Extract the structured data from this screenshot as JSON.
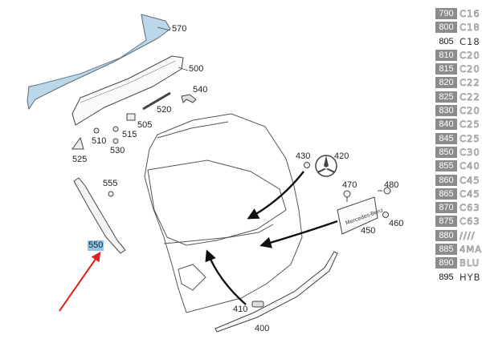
{
  "diagram": {
    "callouts": [
      {
        "id": "570",
        "label": "570"
      },
      {
        "id": "500",
        "label": "500"
      },
      {
        "id": "540",
        "label": "540"
      },
      {
        "id": "520",
        "label": "520"
      },
      {
        "id": "505",
        "label": "505"
      },
      {
        "id": "510",
        "label": "510"
      },
      {
        "id": "515",
        "label": "515"
      },
      {
        "id": "530",
        "label": "530"
      },
      {
        "id": "525",
        "label": "525"
      },
      {
        "id": "555",
        "label": "555"
      },
      {
        "id": "550",
        "label": "550",
        "selected": true
      },
      {
        "id": "430",
        "label": "430"
      },
      {
        "id": "420",
        "label": "420"
      },
      {
        "id": "470",
        "label": "470"
      },
      {
        "id": "480",
        "label": "480"
      },
      {
        "id": "460",
        "label": "460"
      },
      {
        "id": "450",
        "label": "450"
      },
      {
        "id": "410",
        "label": "410"
      },
      {
        "id": "400",
        "label": "400"
      }
    ],
    "emblem_text": "Mercedes-Benz"
  },
  "legend": [
    {
      "code": "790",
      "text": "C16"
    },
    {
      "code": "800",
      "text": "C18"
    },
    {
      "code": "805",
      "text": "C18",
      "plain": true
    },
    {
      "code": "810",
      "text": "C20"
    },
    {
      "code": "815",
      "text": "C20"
    },
    {
      "code": "820",
      "text": "C22"
    },
    {
      "code": "825",
      "text": "C22"
    },
    {
      "code": "830",
      "text": "C20"
    },
    {
      "code": "840",
      "text": "C25"
    },
    {
      "code": "845",
      "text": "C25"
    },
    {
      "code": "850",
      "text": "C30"
    },
    {
      "code": "855",
      "text": "C40"
    },
    {
      "code": "860",
      "text": "C45"
    },
    {
      "code": "865",
      "text": "C45"
    },
    {
      "code": "870",
      "text": "C63"
    },
    {
      "code": "875",
      "text": "C63"
    },
    {
      "code": "880",
      "text": "////"
    },
    {
      "code": "885",
      "text": "4MA"
    },
    {
      "code": "890",
      "text": "BLU"
    },
    {
      "code": "895",
      "text": "HYB",
      "plain": true
    }
  ],
  "colors": {
    "accent_blue_fill": "#bcd7ea",
    "selection_highlight": "#8fc6e8",
    "pointer_arrow": "#e02020",
    "legend_badge": "#8c8c8c",
    "line_art": "#444444"
  }
}
